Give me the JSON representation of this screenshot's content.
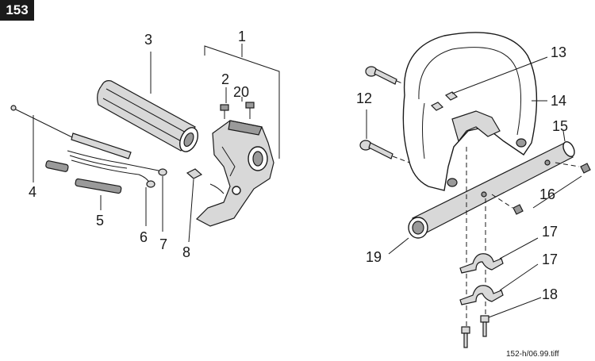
{
  "page_number": "153",
  "drawing_reference": "152-h/06.99.tiff",
  "callouts": {
    "c1": "1",
    "c2": "2",
    "c3": "3",
    "c4": "4",
    "c5": "5",
    "c6": "6",
    "c7": "7",
    "c8": "8",
    "c12": "12",
    "c13": "13",
    "c14": "14",
    "c15": "15",
    "c16": "16",
    "c17a": "17",
    "c17b": "17",
    "c18": "18",
    "c19": "19",
    "c20": "20"
  }
}
